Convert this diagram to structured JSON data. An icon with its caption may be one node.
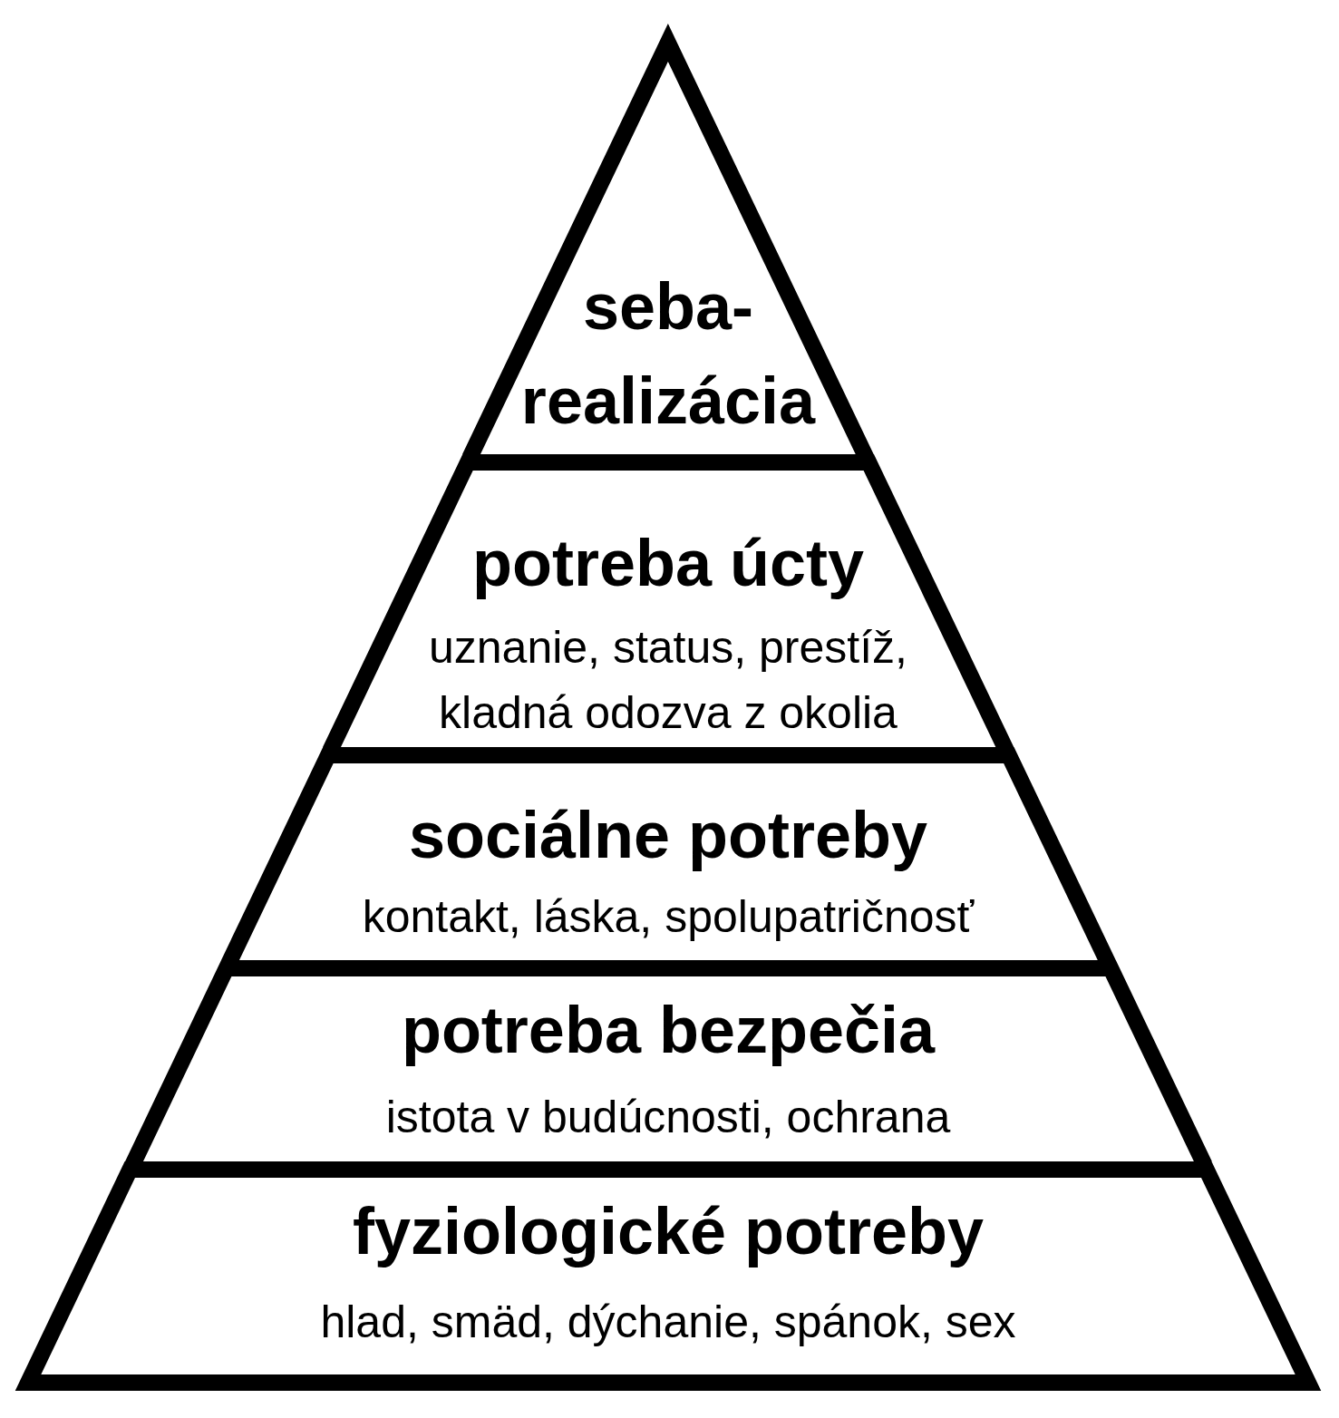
{
  "diagram": {
    "nodes": [
      {
        "text": [
          "seba- realizácia"
        ]
      },
      {
        "text": [
          "potreba úcty",
          "uznanie, status, prestíž, kladná odozva z okolia"
        ]
      },
      {
        "text": [
          "sociálne potreby",
          "kontakt, láska, spolupatričnosť"
        ]
      },
      {
        "text": [
          "potreba bezpečia",
          "istota v budúcnosti, ochrana"
        ]
      },
      {
        "text": [
          "fyziologické potreby",
          "hlad, smäd, dýchanie, spánok, sex"
        ]
      }
    ]
  }
}
